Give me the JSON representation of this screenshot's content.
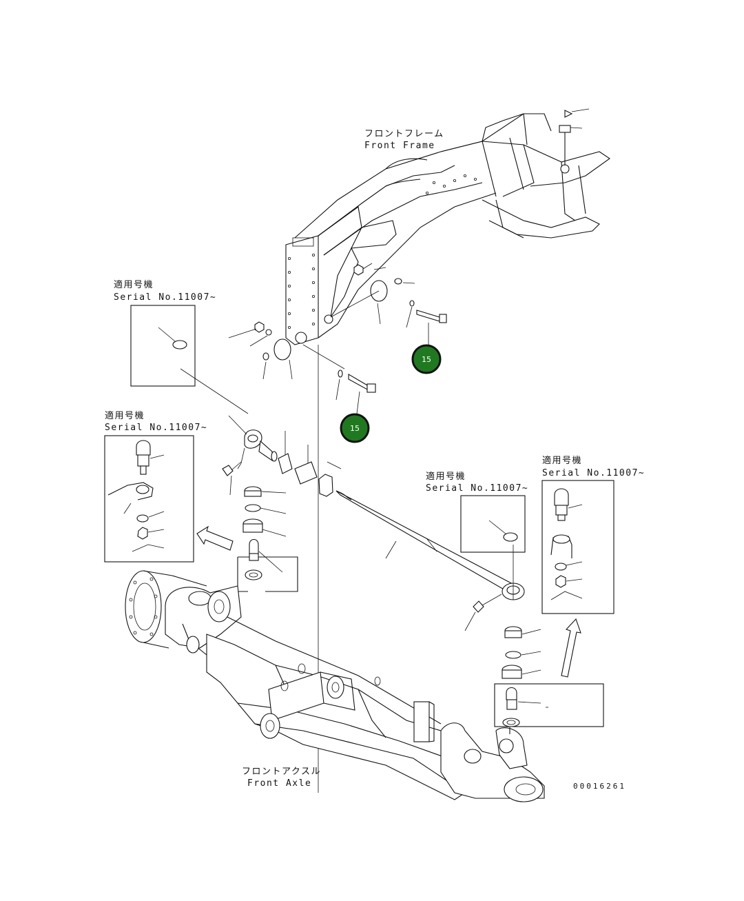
{
  "diagram": {
    "id_code": "00016261",
    "colors": {
      "ink": "#111111",
      "background": "#ffffff",
      "badge_fill": "#1f7a1f",
      "badge_ring": "#111111"
    },
    "labels": {
      "front_frame_jp": "フロントフレーム",
      "front_frame_en": "Front Frame",
      "front_axle_jp": "フロントアクスル",
      "front_axle_en": "Front Axle"
    },
    "serial_boxes": [
      {
        "jp": "適用号機",
        "en": "Serial No.11007~"
      },
      {
        "jp": "適用号機",
        "en": "Serial No.11007~"
      },
      {
        "jp": "適用号機",
        "en": "Serial No.11007~"
      },
      {
        "jp": "適用号機",
        "en": "Serial No.11007~"
      }
    ],
    "badges": [
      {
        "number": "15"
      },
      {
        "number": "15"
      }
    ]
  }
}
